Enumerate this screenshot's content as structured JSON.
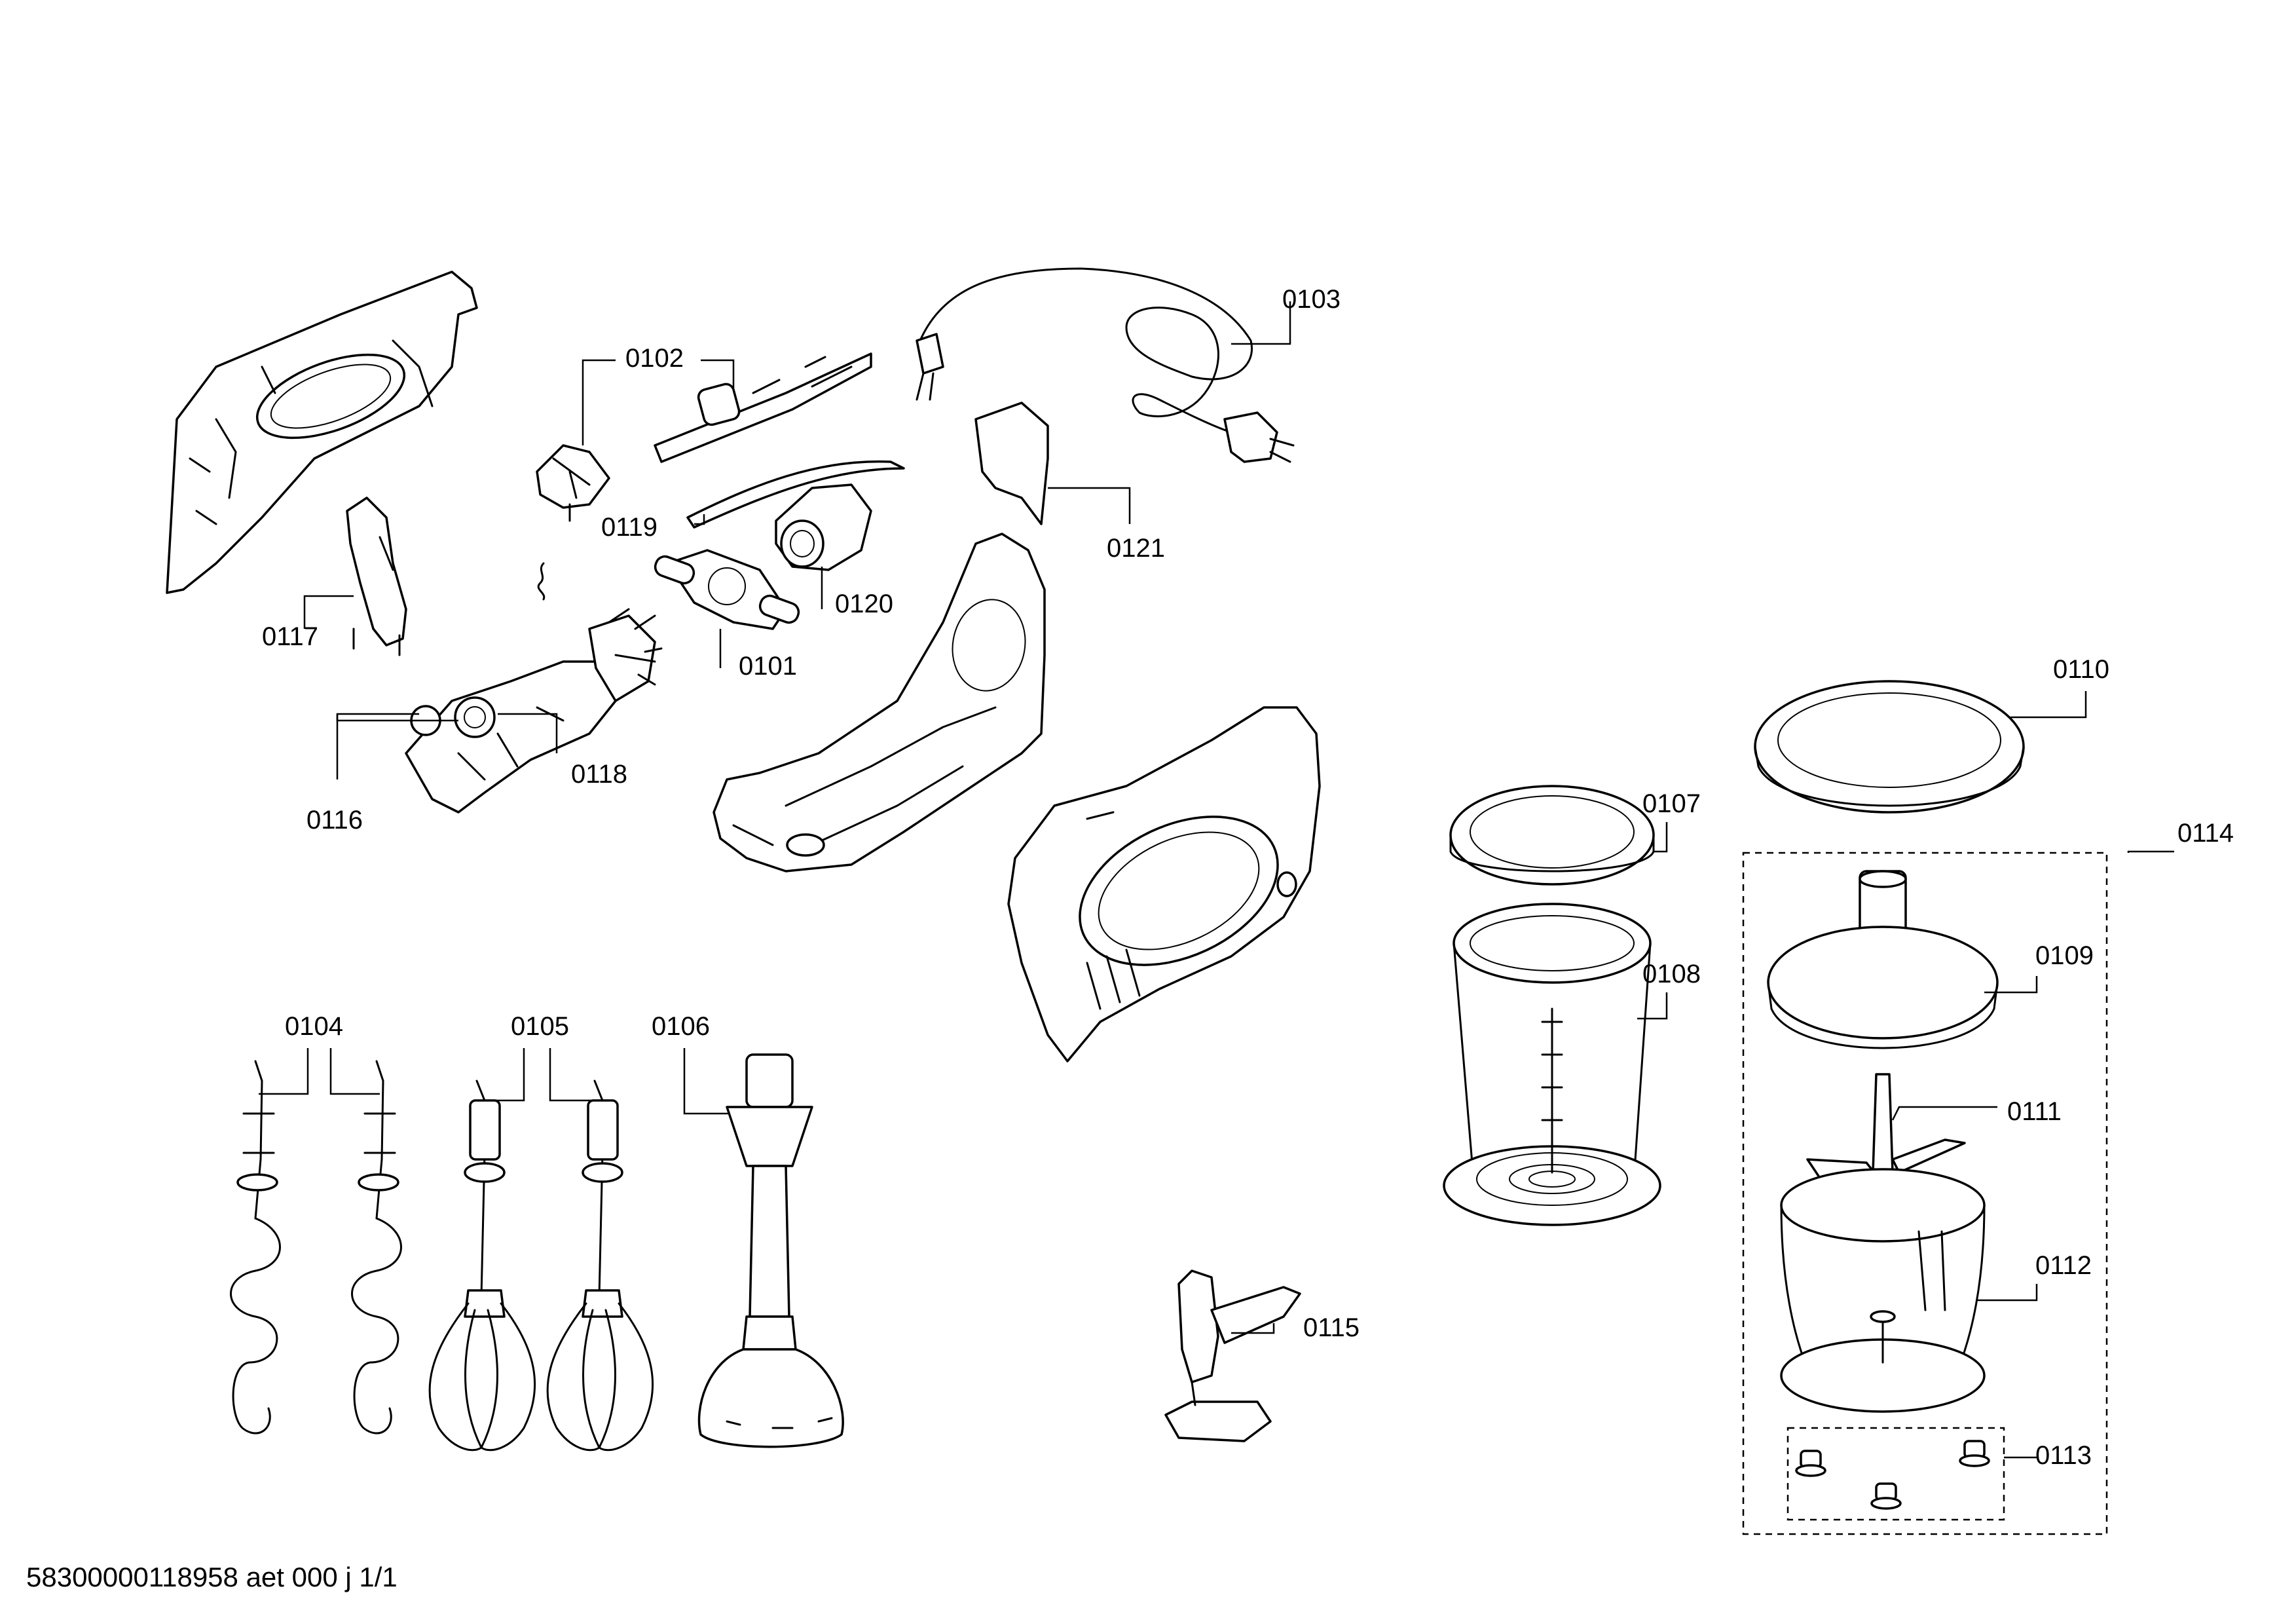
{
  "diagram": {
    "footer": "58300000118958 aet 000 j 1/1",
    "labels": {
      "p0101": "0101",
      "p0102": "0102",
      "p0103": "0103",
      "p0104": "0104",
      "p0105": "0105",
      "p0106": "0106",
      "p0107": "0107",
      "p0108": "0108",
      "p0109": "0109",
      "p0110": "0110",
      "p0111": "0111",
      "p0112": "0112",
      "p0113": "0113",
      "p0114": "0114",
      "p0115": "0115",
      "p0116": "0116",
      "p0117": "0117",
      "p0118": "0118",
      "p0119": "0119",
      "p0120": "0120",
      "p0121": "0121"
    }
  }
}
